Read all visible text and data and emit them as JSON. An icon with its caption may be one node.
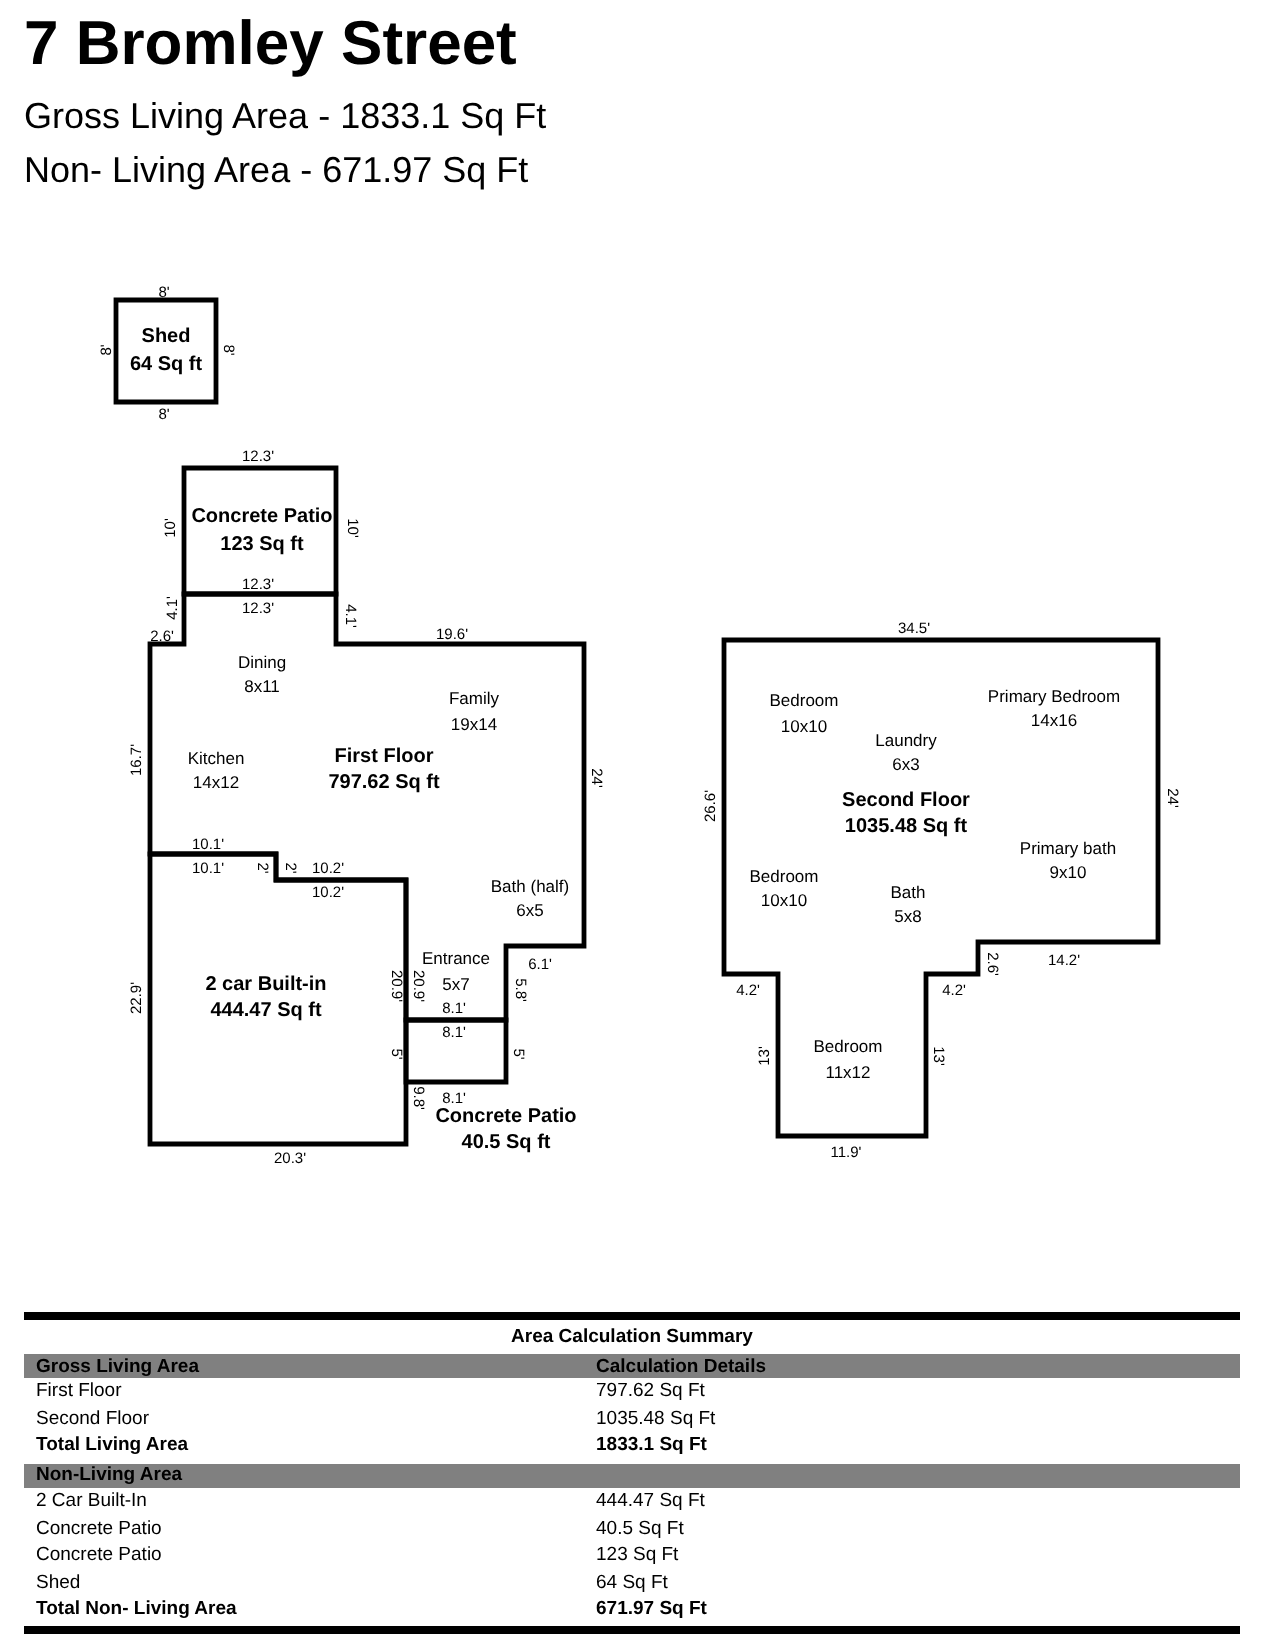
{
  "diagram": {
    "title": "7 Bromley Street",
    "nodes": [
      {
        "text": [
          "Shed",
          "64 Sq ft"
        ]
      },
      {
        "text": [
          "Concrete Patio",
          "123 Sq ft"
        ]
      },
      {
        "text": [
          "Dining",
          "8x11",
          "Family",
          "19x14",
          "Kitchen",
          "14x12",
          "First Floor",
          "797.62 Sq ft",
          "Bath (half)",
          "6x5",
          "Entrance",
          "5x7"
        ]
      },
      {
        "text": [
          "2 car Built-in",
          "444.47 Sq ft"
        ]
      },
      {
        "text": [
          "Concrete Patio",
          "40.5 Sq ft"
        ]
      },
      {
        "text": [
          "Bedroom",
          "10x10",
          "Primary Bedroom",
          "14x16",
          "Laundry",
          "6x3",
          "Second Floor",
          "1035.48 Sq ft",
          "Primary bath",
          "9x10",
          "Bedroom",
          "10x10",
          "Bath",
          "5x8",
          "Bedroom",
          "11x12"
        ]
      }
    ],
    "labels": [
      "Gross Living Area - 1833.1 Sq Ft",
      "Non- Living Area - 671.97 Sq Ft",
      "8'",
      "8'",
      "8'",
      "8'",
      "12.3'",
      "10'",
      "10'",
      "12.3'",
      "12.3'",
      "2.6'",
      "4.1'",
      "4.1'",
      "19.6'",
      "16.7'",
      "24'",
      "10.1'",
      "10.1'",
      "2'",
      "2'",
      "10.2'",
      "10.2'",
      "6.1'",
      "5.8'",
      "20.9'",
      "20.9'",
      "8.1'",
      "8.1'",
      "5'",
      "5'",
      "9.8'",
      "8.1'",
      "22.9'",
      "20.3'",
      "34.5'",
      "26.6'",
      "24'",
      "2.6'",
      "14.2'",
      "4.2'",
      "4.2'",
      "13'",
      "13'",
      "11.9'",
      "Area Calculation Summary",
      "Gross Living Area",
      "Calculation Details",
      "First Floor",
      "797.62 Sq Ft",
      "Second Floor",
      "1035.48 Sq Ft",
      "Total Living Area",
      "1833.1 Sq Ft",
      "Non-Living Area",
      "2 Car Built-In",
      "444.47 Sq Ft",
      "Concrete Patio",
      "40.5 Sq Ft",
      "Concrete Patio",
      "123 Sq Ft",
      "Shed",
      "64 Sq Ft",
      "Total Non- Living Area",
      "671.97 Sq Ft"
    ]
  }
}
